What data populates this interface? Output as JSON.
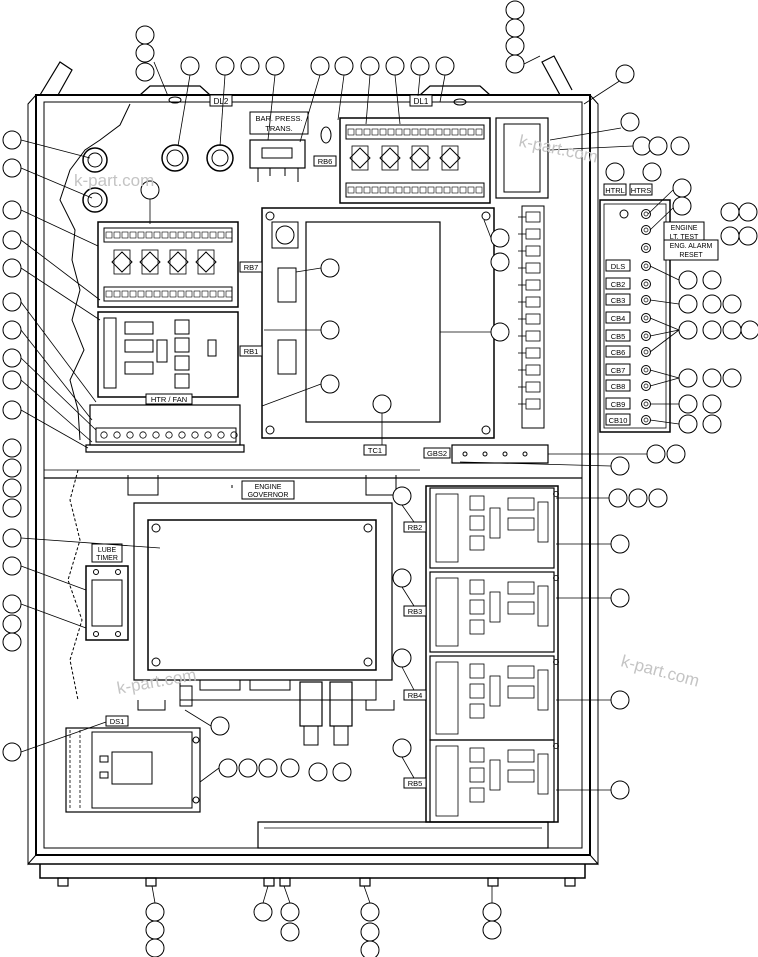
{
  "labels": {
    "dl2": "DL2",
    "dl1": "DL1",
    "bar_press_1": "BAR. PRESS.",
    "bar_press_2": "TRANS.",
    "rb6": "RB6",
    "rb7": "RB7",
    "rb1": "RB1",
    "htr_fan": "HTR / FAN",
    "tc1": "TC1",
    "gbs2": "GBS2",
    "engine_governor_1": "ENGINE",
    "engine_governor_2": "GOVERNOR",
    "lube_timer_1": "LUBE",
    "lube_timer_2": "TIMER",
    "ds1": "DS1",
    "rb2": "RB2",
    "rb3": "RB3",
    "rb4": "RB4",
    "rb5": "RB5",
    "htrl": "HTRL",
    "htrs": "HTRS",
    "engine_lt_test_1": "ENGINE",
    "engine_lt_test_2": "LT. TEST",
    "eng_alarm_reset_1": "ENG. ALARM",
    "eng_alarm_reset_2": "RESET",
    "dls": "DLS",
    "cb": [
      "CB2",
      "CB3",
      "CB4",
      "CB5",
      "CB6",
      "CB7",
      "CB8",
      "CB9",
      "CB10"
    ]
  },
  "watermarks": [
    "k-part.com",
    "k-part.com",
    "k-part.com",
    "k-part.com"
  ],
  "colors": {
    "line": "#000000",
    "fill": "#ffffff",
    "watermark": "#c4c4c4"
  }
}
